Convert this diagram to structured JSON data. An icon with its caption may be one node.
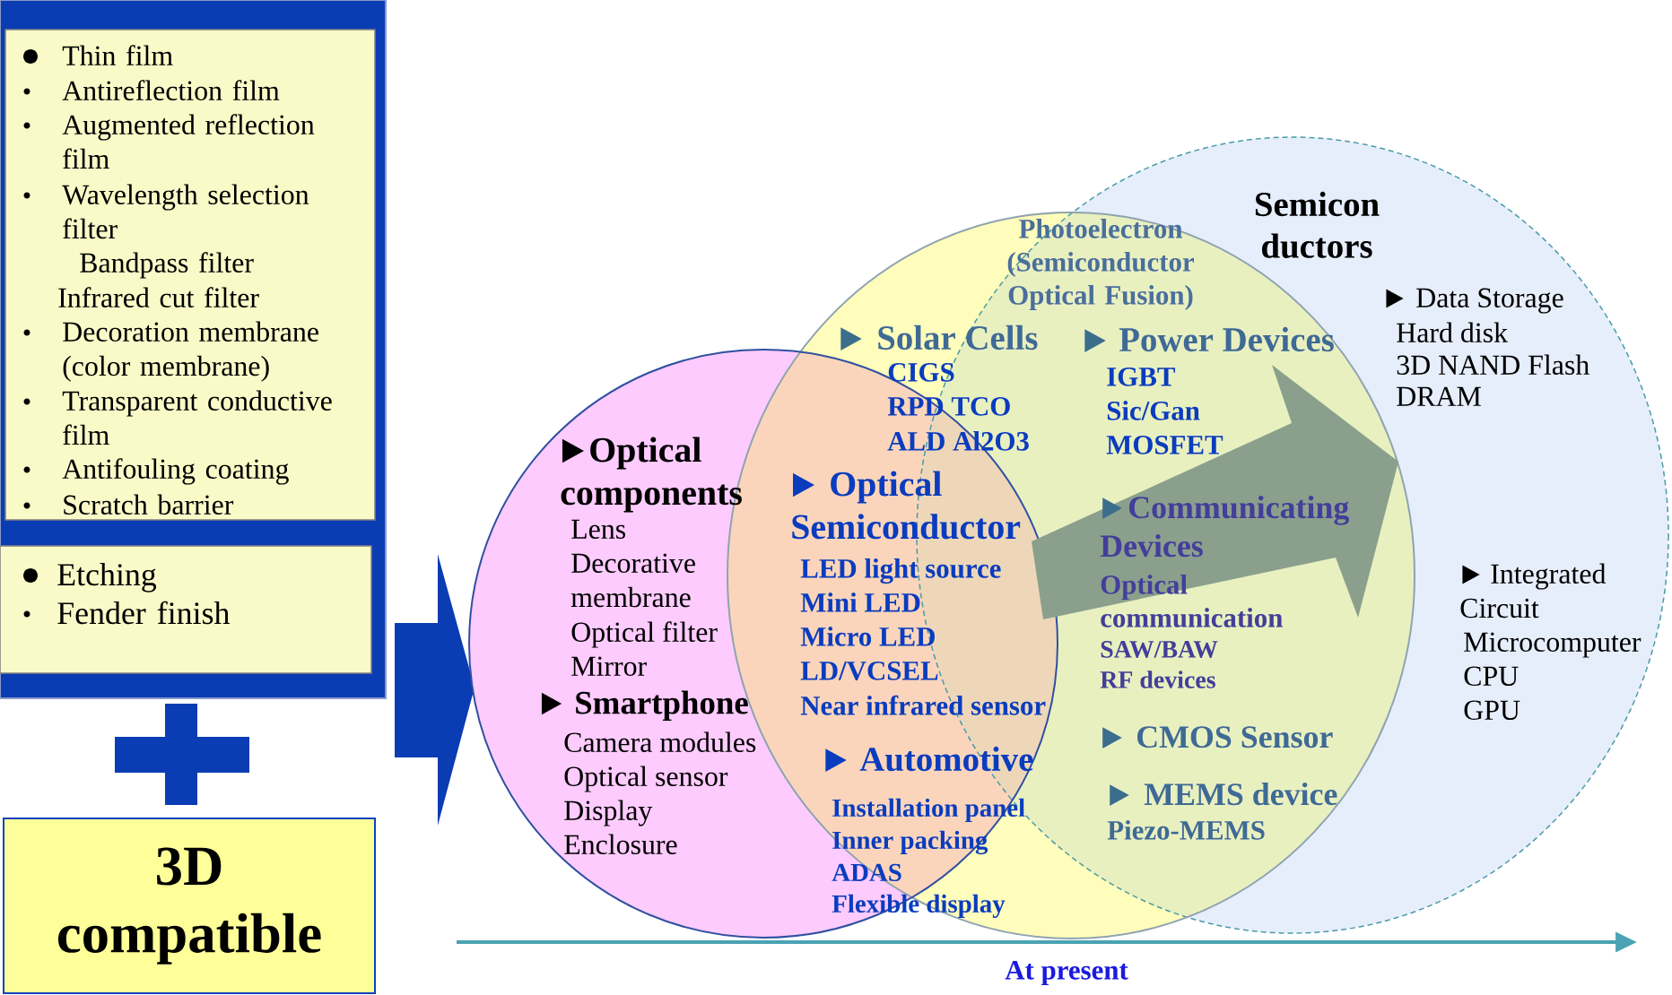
{
  "diagram": {
    "nodes": [
      {
        "text": [
          "Thin film",
          "Antireflection film",
          "Augmented reflection film",
          "Wavelength selection filter",
          "Bandpass filter",
          "Infrared cut filter",
          "Decoration membrane (color membrane)",
          "Transparent conductive film",
          "Antifouling coating",
          "Scratch barrier"
        ]
      },
      {
        "text": [
          "Etching",
          "Fender finish"
        ]
      },
      {
        "text": [
          "3D compatible"
        ]
      }
    ],
    "labels": [
      "Semicon ductors",
      "Photoelectron (Semiconductor Optical Fusion)",
      "Solar Cells",
      "Power Devices",
      "Data Storage",
      "Hard disk",
      "3D NAND Flash",
      "DRAM",
      "CIGS",
      "RPD TCO",
      "ALD Al2O3",
      "IGBT",
      "Sic/Gan",
      "MOSFET",
      "Optical components",
      "Lens",
      "Decorative membrane",
      "Optical filter",
      "Mirror",
      "Smartphone",
      "Camera modules",
      "Optical sensor",
      "Display",
      "Enclosure",
      "Optical Semiconductor",
      "LED light source",
      "Mini LED",
      "Micro LED",
      "LD/VCSEL",
      "Near infrared sensor",
      "Automotive",
      "Installation panel",
      "Inner packing",
      "ADAS",
      "Flexible display",
      "Communicating Devices",
      "Optical communication",
      "SAW/BAW",
      "RF devices",
      "CMOS Sensor",
      "MEMS device",
      "Piezo-MEMS",
      "Integrated Circuit",
      "Microcomputer",
      "CPU",
      "GPU",
      "At present"
    ]
  }
}
